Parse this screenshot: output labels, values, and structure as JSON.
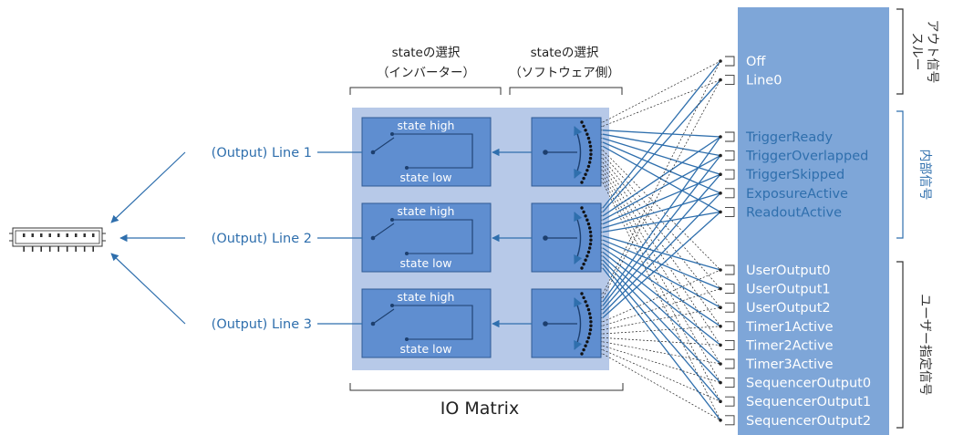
{
  "headers": {
    "inverter_line1": "stateの選択",
    "inverter_line2": "（インバーター）",
    "software_line1": "stateの選択",
    "software_line2": "（ソフトウェア側）",
    "io_matrix": "IO Matrix"
  },
  "outputs": [
    {
      "label": "(Output) Line 1",
      "state_high": "state high",
      "state_low": "state low"
    },
    {
      "label": "(Output) Line 2",
      "state_high": "state high",
      "state_low": "state low"
    },
    {
      "label": "(Output) Line 3",
      "state_high": "state high",
      "state_low": "state low"
    }
  ],
  "signal_groups": [
    {
      "name": "スルーアウト信号",
      "vertical_lines": [
        "スルー",
        "アウト信号"
      ],
      "color": "#333333",
      "signals": [
        "Off",
        "Line0"
      ]
    },
    {
      "name": "内部信号",
      "vertical_lines": [
        "内部信号"
      ],
      "color": "#2f6fad",
      "signals": [
        "TriggerReady",
        "TriggerOverlapped",
        "TriggerSkipped",
        "ExposureActive",
        "ReadoutActive"
      ]
    },
    {
      "name": "ユーザー指定信号",
      "vertical_lines": [
        "ユーザー指定信号"
      ],
      "color": "#333333",
      "signals": [
        "UserOutput0",
        "UserOutput1",
        "UserOutput2",
        "Timer1Active",
        "Timer2Active",
        "Timer3Active",
        "SequencerOutput0",
        "SequencerOutput1",
        "SequencerOutput2"
      ]
    }
  ],
  "colors": {
    "panel_blue": "#7ea6d8",
    "matrix_bg": "#b7c9e8",
    "block_fill": "#5f8ed0",
    "line_blue": "#2f6fad",
    "internal_text": "#2f6fad"
  }
}
